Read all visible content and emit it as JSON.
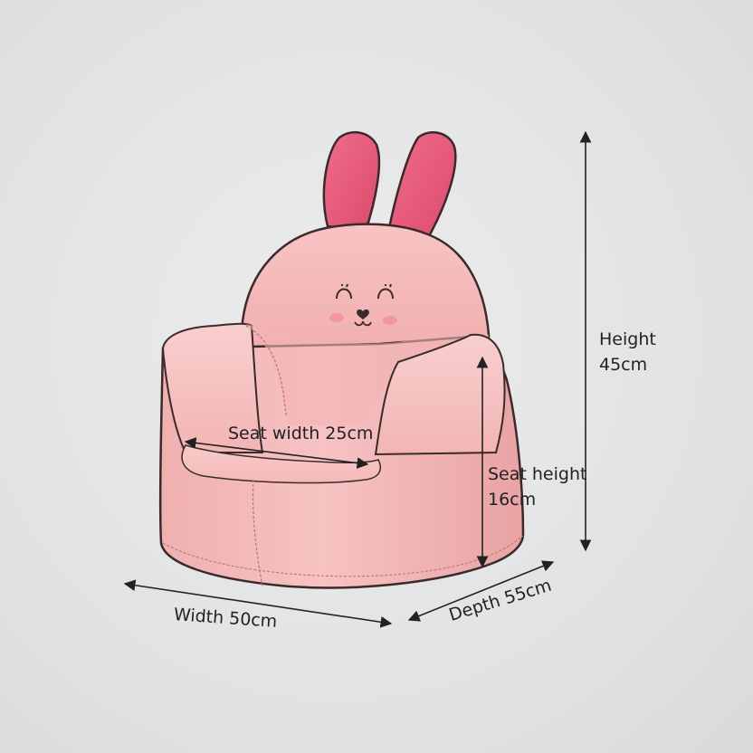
{
  "dimensions": {
    "height": {
      "line1": "Height",
      "line2": "45cm"
    },
    "seat_height": {
      "line1": "Seat height",
      "line2": "16cm"
    },
    "seat_width": "Seat width 25cm",
    "width": "Width 50cm",
    "depth": "Depth 55cm"
  },
  "colors": {
    "background": "#e4e5e6",
    "chair_body": "#f2b6b6",
    "ears": "#ea5a7a",
    "text": "#222222"
  },
  "icons": [
    "bunny-face-icon",
    "heart-nose-icon"
  ]
}
